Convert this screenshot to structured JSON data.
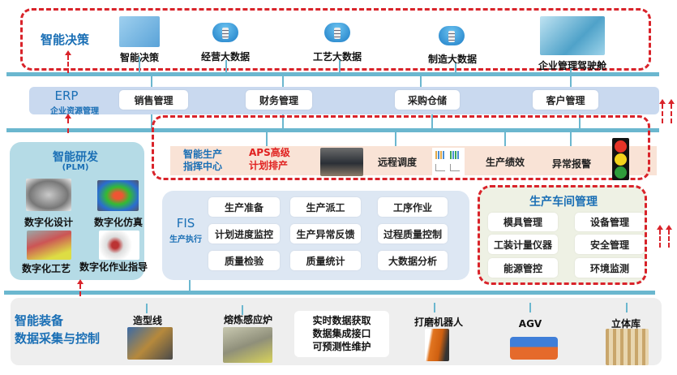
{
  "decision": {
    "title": "智能决策",
    "items": [
      "智能决策",
      "经营大数据",
      "工艺大数据",
      "制造大数据",
      "企业管理驾驶舱"
    ]
  },
  "erp": {
    "title": "ERP",
    "subtitle": "企业资源管理",
    "items": [
      "销售管理",
      "财务管理",
      "采购仓储",
      "客户管理"
    ]
  },
  "command": {
    "title_line1": "智能生产",
    "title_line2": "指挥中心",
    "aps_line1": "APS高级",
    "aps_line2": "计划排产",
    "items": [
      "远程调度",
      "生产绩效",
      "异常报警"
    ]
  },
  "plm": {
    "title": "智能研发",
    "subtitle": "(PLM)",
    "items": [
      "数字化设计",
      "数字化仿真",
      "数字化工艺",
      "数字化作业指导"
    ]
  },
  "fis": {
    "title": "FIS",
    "subtitle": "生产执行",
    "cells": [
      "生产准备",
      "生产派工",
      "工序作业",
      "计划进度监控",
      "生产异常反馈",
      "过程质量控制",
      "质量检验",
      "质量统计",
      "大数据分析"
    ]
  },
  "shop": {
    "title": "生产车间管理",
    "cells": [
      "模具管理",
      "设备管理",
      "工装计量仪器",
      "安全管理",
      "能源管控",
      "环境监测"
    ]
  },
  "equipment": {
    "title_line1": "智能装备",
    "title_line2": "数据采集与控制",
    "items": [
      "造型线",
      "熔炼感应炉",
      "打磨机器人",
      "AGV",
      "立体库"
    ],
    "center_lines": [
      "实时数据获取",
      "数据集成接口",
      "可预测性维护"
    ]
  },
  "colors": {
    "bus": "#6bb7cf",
    "dashed": "#d9232a",
    "erp_band": "#c9d9ef",
    "plm_box": "#b5dbe6",
    "fis_box": "#dde7f3",
    "command_band": "#f9e3d6",
    "title_blue": "#1a6fb5"
  }
}
